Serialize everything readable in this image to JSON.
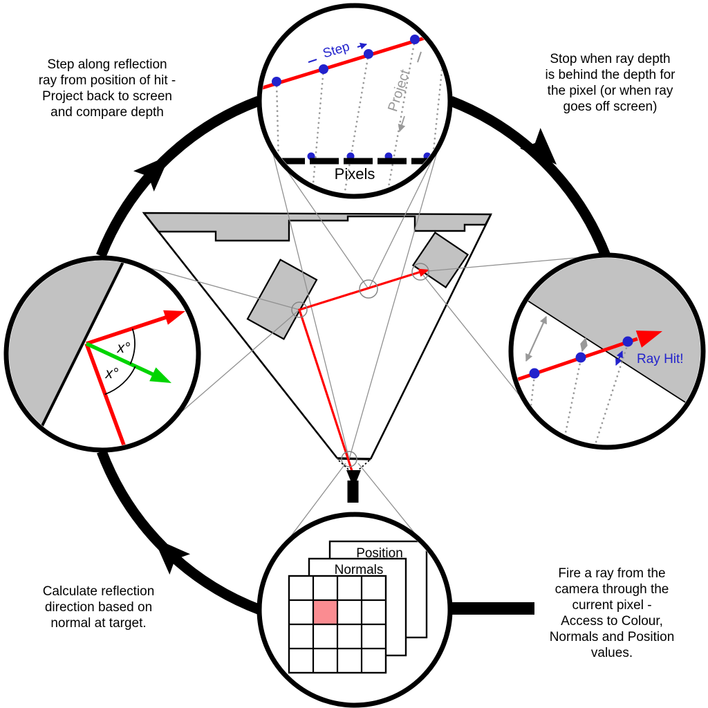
{
  "title": "Screen-space reflection ray-marching cycle diagram",
  "colors": {
    "ray_red": "#ff0000",
    "normal_green": "#00d400",
    "marker_blue": "#2222cc",
    "surface_gray": "#c2c2c2",
    "soft_gray": "#999999",
    "highlight_cell_pink": "#fa8c91",
    "line_black": "#000000"
  },
  "annotations": {
    "top_left": {
      "lines": [
        "Step along reflection",
        "ray from position of hit -",
        "Project back to screen",
        "and compare depth"
      ]
    },
    "top_right": {
      "lines": [
        "Stop when ray depth",
        "is behind the depth for",
        "the pixel (or  when ray",
        "goes off screen)"
      ]
    },
    "bottom_left": {
      "lines": [
        "Calculate reflection",
        "direction based on",
        "normal at target."
      ]
    },
    "bottom_right": {
      "lines": [
        "Fire a ray from the",
        "camera through the",
        "current pixel -",
        "Access to Colour,",
        "Normals and Position",
        "values."
      ]
    }
  },
  "insets": {
    "top": {
      "step_label": "Step",
      "project_label": "Project",
      "pixels_label": "Pixels"
    },
    "right": {
      "ray_hit_label": "Ray Hit!"
    },
    "left": {
      "angle_upper": "x°",
      "angle_lower": "x°"
    },
    "bottom": {
      "back_label": "Position",
      "middle_label": "Normals"
    }
  }
}
